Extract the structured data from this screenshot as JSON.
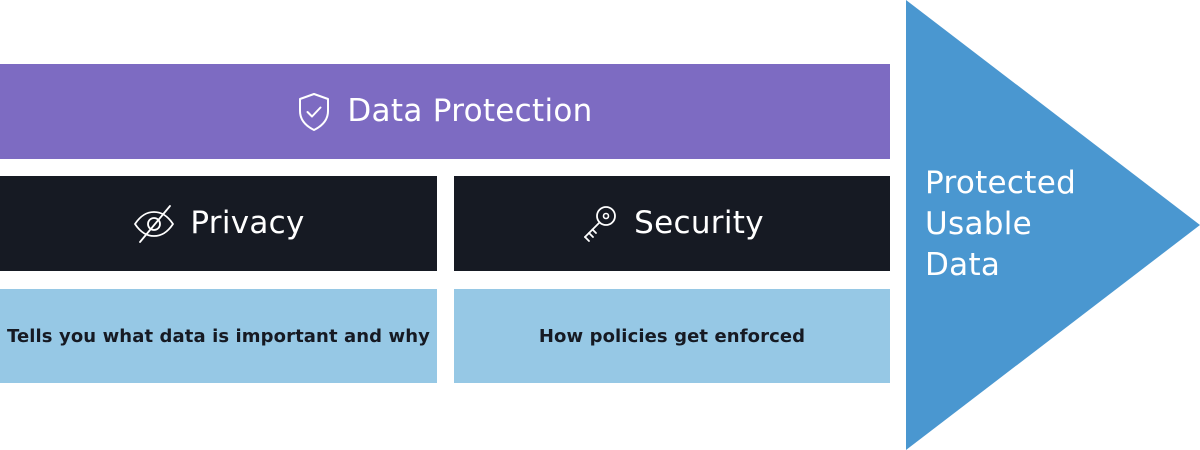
{
  "top": {
    "title": "Data Protection",
    "icon": "shield-check-icon",
    "color": "#7d6bc2"
  },
  "pillars": [
    {
      "title": "Privacy",
      "icon": "eye-slash-icon",
      "description": "Tells you what data is important and why"
    },
    {
      "title": "Security",
      "icon": "key-icon",
      "description": "How policies get enforced"
    }
  ],
  "result": {
    "lines": [
      "Protected",
      "Usable",
      "Data"
    ],
    "color": "#4a97d0"
  },
  "colors": {
    "dark": "#161a23",
    "light_blue": "#96c8e5",
    "white": "#ffffff"
  }
}
